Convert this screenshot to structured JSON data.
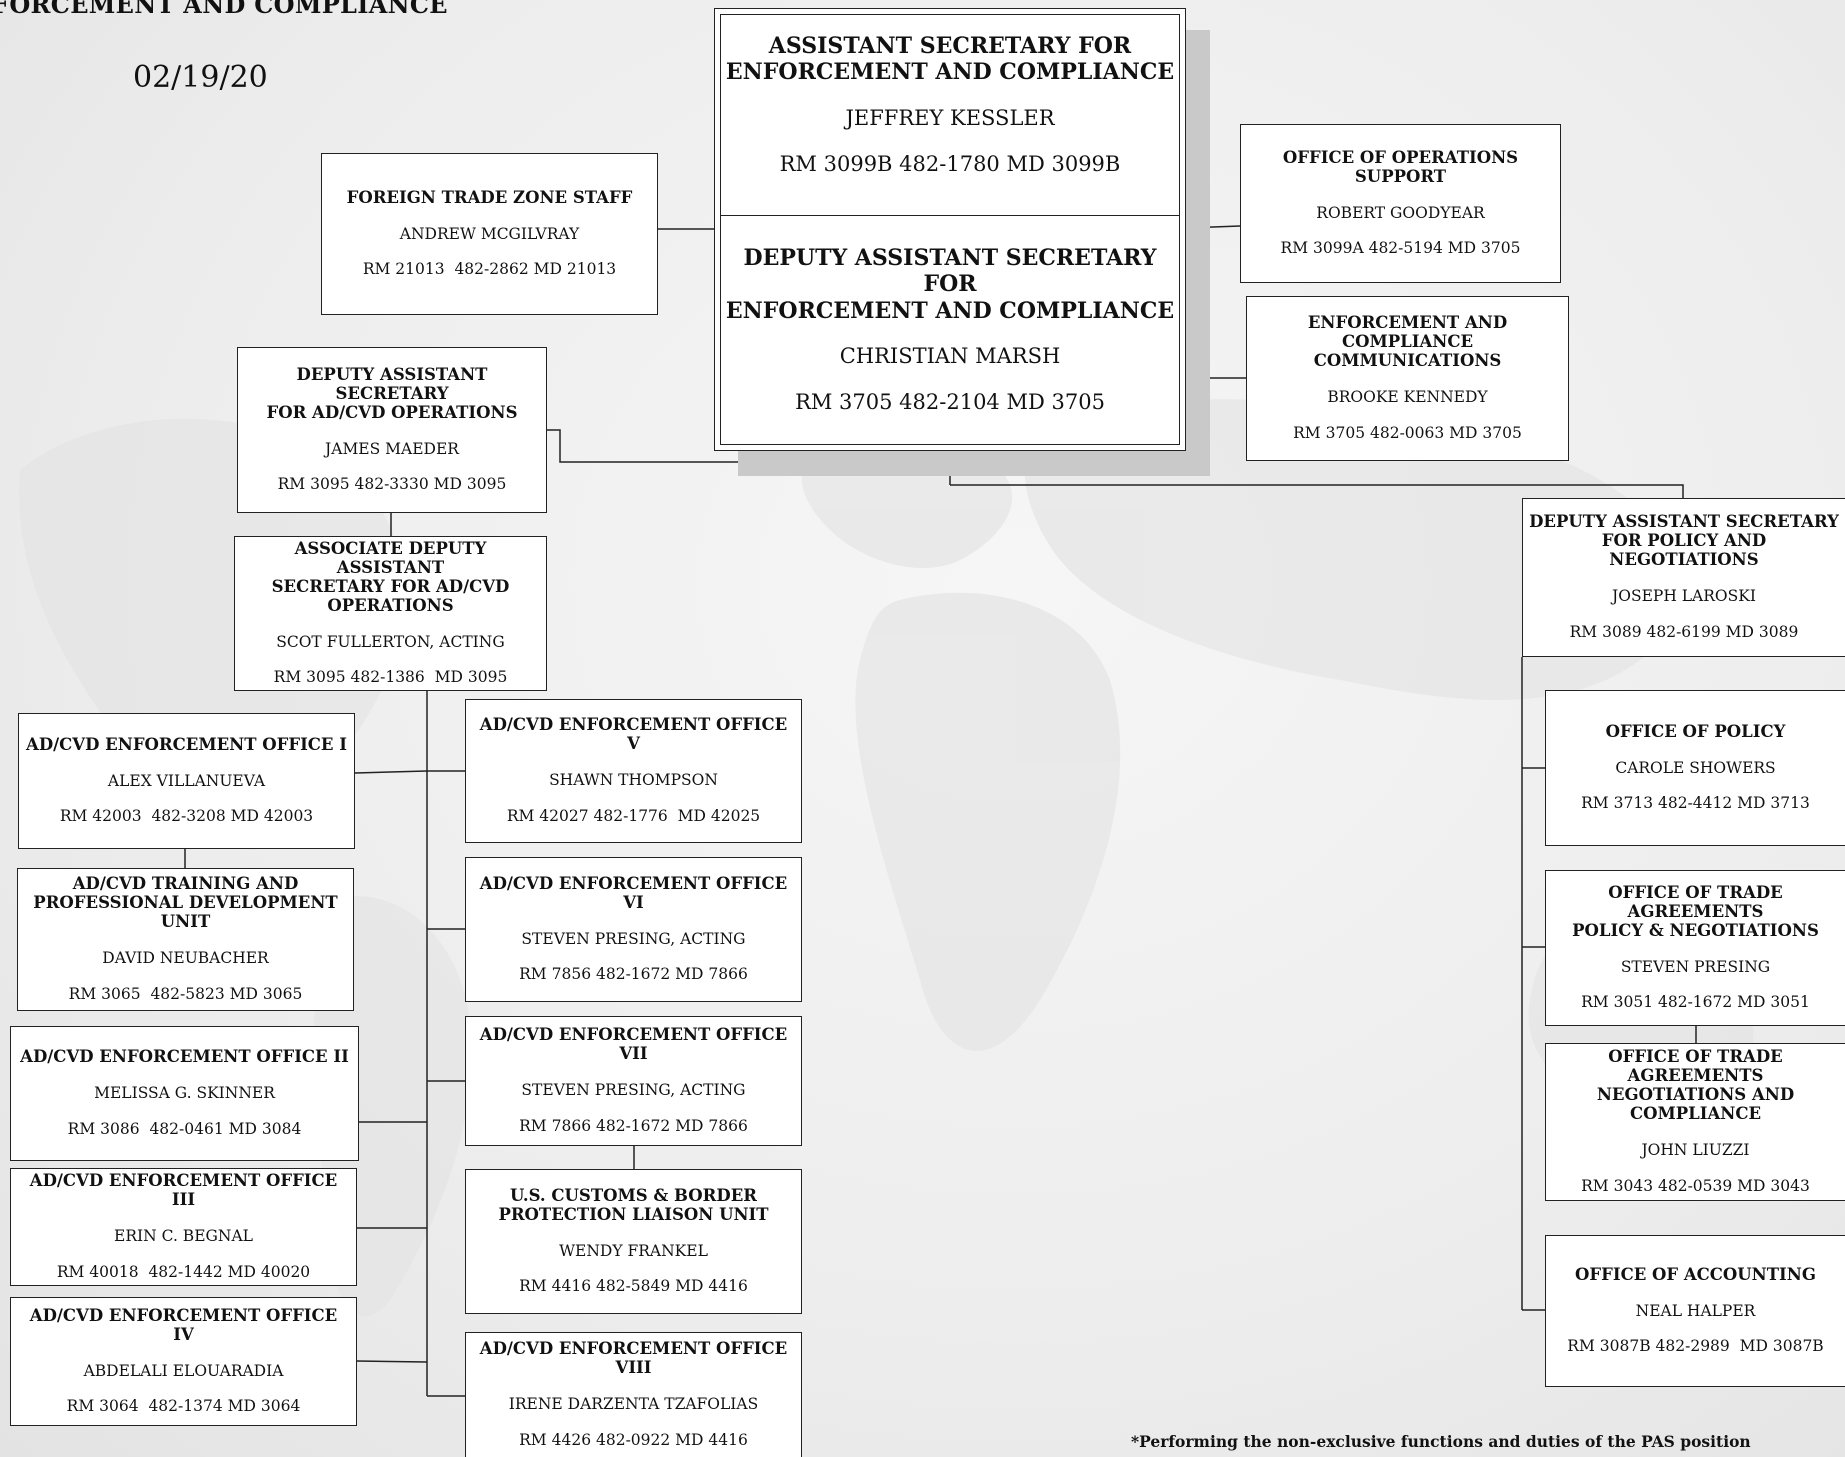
{
  "header": {
    "title": "FORCEMENT AND COMPLIANCE",
    "date": "02/19/20"
  },
  "boxes": {
    "as": {
      "title": "ASSISTANT SECRETARY FOR\nENFORCEMENT AND COMPLIANCE",
      "name": "JEFFREY KESSLER",
      "room": "RM 3099B 482-1780 MD 3099B"
    },
    "das": {
      "title": "DEPUTY ASSISTANT SECRETARY FOR\nENFORCEMENT AND COMPLIANCE",
      "name": "CHRISTIAN MARSH",
      "room": "RM 3705 482-2104 MD 3705"
    },
    "ftz": {
      "title": "FOREIGN TRADE ZONE STAFF",
      "name": "ANDREW MCGILVRAY",
      "room": "RM 21013  482-2862 MD 21013"
    },
    "ops_support": {
      "title": "OFFICE OF OPERATIONS SUPPORT",
      "name": "ROBERT GOODYEAR",
      "room": "RM 3099A 482-5194 MD 3705"
    },
    "comms": {
      "title": "ENFORCEMENT AND\nCOMPLIANCE COMMUNICATIONS",
      "name": "BROOKE KENNEDY",
      "room": "RM 3705 482-0063 MD 3705"
    },
    "das_adcvd": {
      "title": "DEPUTY ASSISTANT SECRETARY\nFOR AD/CVD OPERATIONS",
      "name": "JAMES MAEDER",
      "room": "RM 3095 482-3330 MD 3095"
    },
    "assoc_das": {
      "title": "ASSOCIATE DEPUTY ASSISTANT\nSECRETARY FOR AD/CVD\nOPERATIONS",
      "name": "SCOT FULLERTON, ACTING",
      "room": "RM 3095 482-1386  MD 3095"
    },
    "office1": {
      "title": "AD/CVD ENFORCEMENT OFFICE I",
      "name": "ALEX VILLANUEVA",
      "room": "RM 42003  482-3208 MD 42003"
    },
    "training": {
      "title": "AD/CVD TRAINING AND\nPROFESSIONAL DEVELOPMENT UNIT",
      "name": "DAVID NEUBACHER",
      "room": "RM 3065  482-5823 MD 3065"
    },
    "office2": {
      "title": "AD/CVD ENFORCEMENT OFFICE II",
      "name": "MELISSA G. SKINNER",
      "room": "RM 3086  482-0461 MD 3084"
    },
    "office3": {
      "title": "AD/CVD ENFORCEMENT OFFICE III",
      "name": "ERIN C. BEGNAL",
      "room": "RM 40018  482-1442 MD 40020"
    },
    "office4": {
      "title": "AD/CVD ENFORCEMENT OFFICE IV",
      "name": "ABDELALI ELOUARADIA",
      "room": "RM 3064  482-1374 MD 3064"
    },
    "office5": {
      "title": "AD/CVD ENFORCEMENT OFFICE V",
      "name": "SHAWN THOMPSON",
      "room": "RM 42027 482-1776  MD 42025"
    },
    "office6": {
      "title": "AD/CVD ENFORCEMENT OFFICE VI",
      "name": "STEVEN PRESING, ACTING",
      "room": "RM 7856 482-1672 MD 7866"
    },
    "office7": {
      "title": "AD/CVD ENFORCEMENT OFFICE VII",
      "name": "STEVEN PRESING, ACTING",
      "room": "RM 7866 482-1672 MD 7866"
    },
    "cbp": {
      "title": "U.S. CUSTOMS & BORDER\nPROTECTION LIAISON UNIT",
      "name": "WENDY FRANKEL",
      "room": "RM 4416 482-5849 MD 4416"
    },
    "office8": {
      "title": "AD/CVD ENFORCEMENT OFFICE VIII",
      "name": "IRENE DARZENTA TZAFOLIAS",
      "room": "RM 4426 482-0922 MD 4416"
    },
    "das_policy": {
      "title": "DEPUTY ASSISTANT SECRETARY\nFOR POLICY AND NEGOTIATIONS",
      "name": "JOSEPH LAROSKI",
      "room": "RM 3089 482-6199 MD 3089"
    },
    "policy": {
      "title": "OFFICE OF POLICY",
      "name": "CAROLE SHOWERS",
      "room": "RM 3713 482-4412 MD 3713"
    },
    "tapn": {
      "title": "OFFICE OF TRADE AGREEMENTS\nPOLICY & NEGOTIATIONS",
      "name": "STEVEN PRESING",
      "room": "RM 3051 482-1672 MD 3051"
    },
    "tanc": {
      "title": "OFFICE OF TRADE AGREEMENTS\nNEGOTIATIONS AND\nCOMPLIANCE",
      "name": "JOHN LIUZZI",
      "room": "RM 3043 482-0539 MD 3043"
    },
    "accounting": {
      "title": "OFFICE OF ACCOUNTING",
      "name": "NEAL HALPER",
      "room": "RM 3087B 482-2989  MD 3087B"
    }
  },
  "footnote": "*Performing the non-exclusive functions and duties of the PAS position"
}
